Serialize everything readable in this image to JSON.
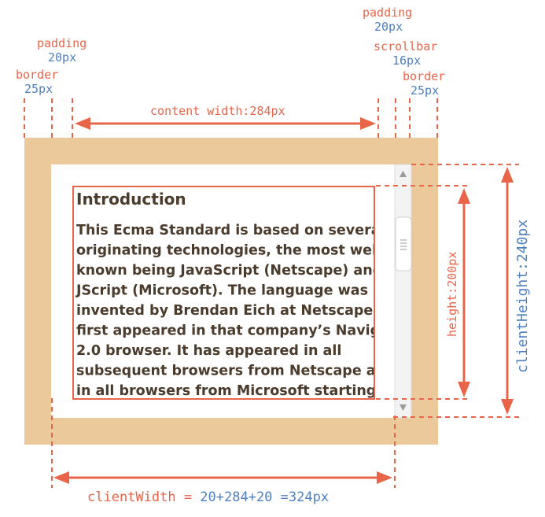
{
  "colors": {
    "orange": "#e8654a",
    "blue": "#4f80bf",
    "border_fill": "#ecc99a",
    "text": "#4a3b2c",
    "scrollbar_track": "#f3f3f3",
    "scrollbar_thumb": "#ffffff",
    "scrollbar_edge": "#cfcfcf"
  },
  "annotations": {
    "padding_left_name": "padding",
    "padding_left_value": "20px",
    "border_left_name": "border",
    "border_left_value": "25px",
    "padding_right_name": "padding",
    "padding_right_value": "20px",
    "scrollbar_name": "scrollbar",
    "scrollbar_value": "16px",
    "border_right_name": "border",
    "border_right_value": "25px",
    "content_width": "content width:284px",
    "height": "height:200px",
    "client_height": "clientHeight:240px",
    "client_width_prefix": "clientWidth = ",
    "client_width_value": "20+284+20 =324px"
  },
  "content": {
    "heading": "Introduction",
    "lines": [
      "This Ecma Standard is based on several",
      "originating technologies, the most well",
      "known being JavaScript (Netscape) and",
      "JScript (Microsoft). The language was",
      "invented by Brendan Eich at Netscape and",
      "first appeared in that company’s Navigator",
      "2.0 browser. It has appeared in all",
      "subsequent browsers from Netscape and",
      "in all browsers from Microsoft starting with"
    ]
  },
  "icons": {
    "scroll_up": "triangle-up-icon",
    "scroll_down": "triangle-down-icon",
    "thumb_grip": "grip-lines-icon"
  }
}
